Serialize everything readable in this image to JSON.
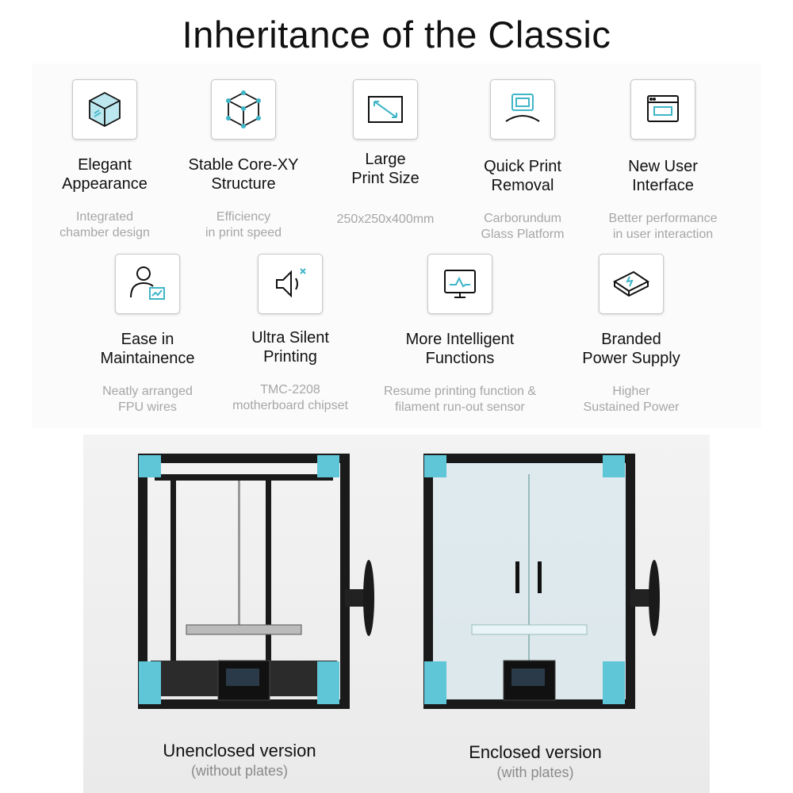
{
  "title": "Inheritance of the Classic",
  "features": [
    {
      "icon": "cube-icon",
      "title": "Elegant\nAppearance",
      "desc": "Integrated\nchamber design"
    },
    {
      "icon": "core-xy-cube-icon",
      "title": "Stable Core-XY\nStructure",
      "desc": "Efficiency\nin print speed"
    },
    {
      "icon": "print-size-icon",
      "title": "Large\nPrint Size",
      "desc": "250x250x400mm"
    },
    {
      "icon": "glass-platform-icon",
      "title": "Quick Print\nRemoval",
      "desc": "Carborundum\nGlass Platform"
    },
    {
      "icon": "user-interface-icon",
      "title": "New User\nInterface",
      "desc": "Better performance\nin user interaction"
    },
    {
      "icon": "maintenance-user-icon",
      "title": "Ease in\nMaintainence",
      "desc": "Neatly arranged\nFPU wires"
    },
    {
      "icon": "speaker-mute-icon",
      "title": "Ultra Silent\nPrinting",
      "desc": "TMC-2208\nmotherboard chipset"
    },
    {
      "icon": "monitor-pulse-icon",
      "title": "More Intelligent\nFunctions",
      "desc": "Resume printing function &\nfilament run-out sensor"
    },
    {
      "icon": "power-supply-icon",
      "title": "Branded\nPower Supply",
      "desc": "Higher\nSustained Power"
    }
  ],
  "versions": [
    {
      "title": "Unenclosed version",
      "subtitle": "(without plates)"
    },
    {
      "title": "Enclosed version",
      "subtitle": "(with plates)"
    }
  ],
  "colors": {
    "accent": "#3fb5c8",
    "frame": "#1a1a1a"
  }
}
